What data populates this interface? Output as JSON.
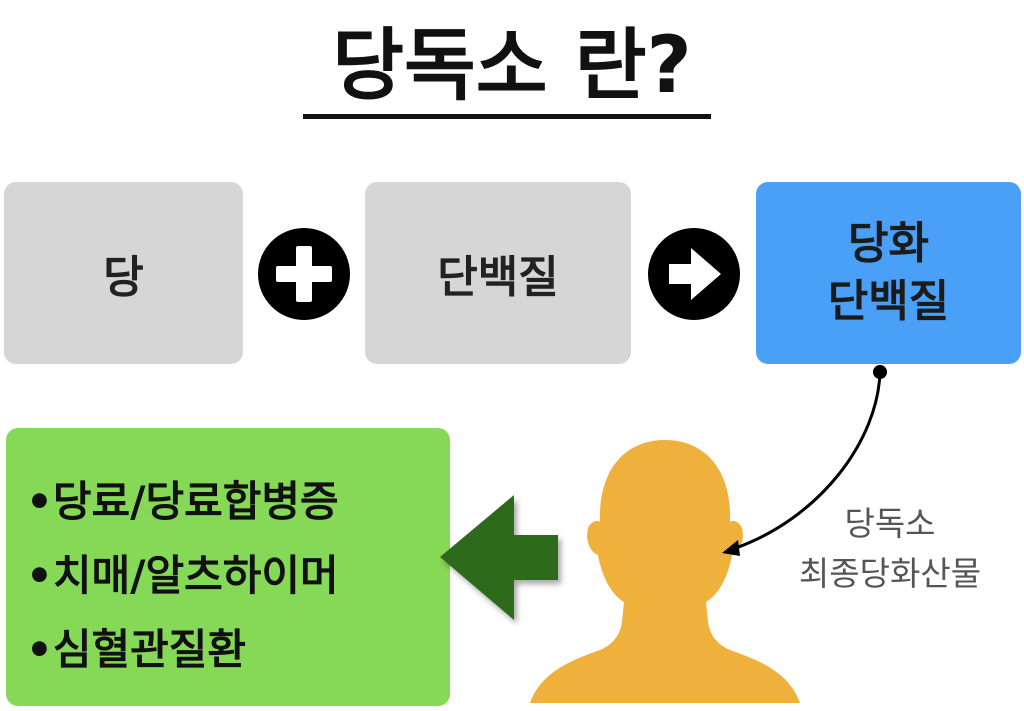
{
  "title": "당독소 란?",
  "flow": {
    "sugar": "당",
    "protein": "단백질",
    "glycated_line1": "당화",
    "glycated_line2": "단백질"
  },
  "diseases": [
    "•당료/당료합병증",
    "•치매/알츠하이머",
    "•심혈관질환"
  ],
  "age_label": {
    "line1": "당독소",
    "line2": "최종당화산물"
  },
  "colors": {
    "gray_box": "#d6d6d6",
    "blue_box": "#4a9ff6",
    "green_box": "#86d957",
    "person": "#f0b03c",
    "arrow_green": "#2f6b1f"
  }
}
